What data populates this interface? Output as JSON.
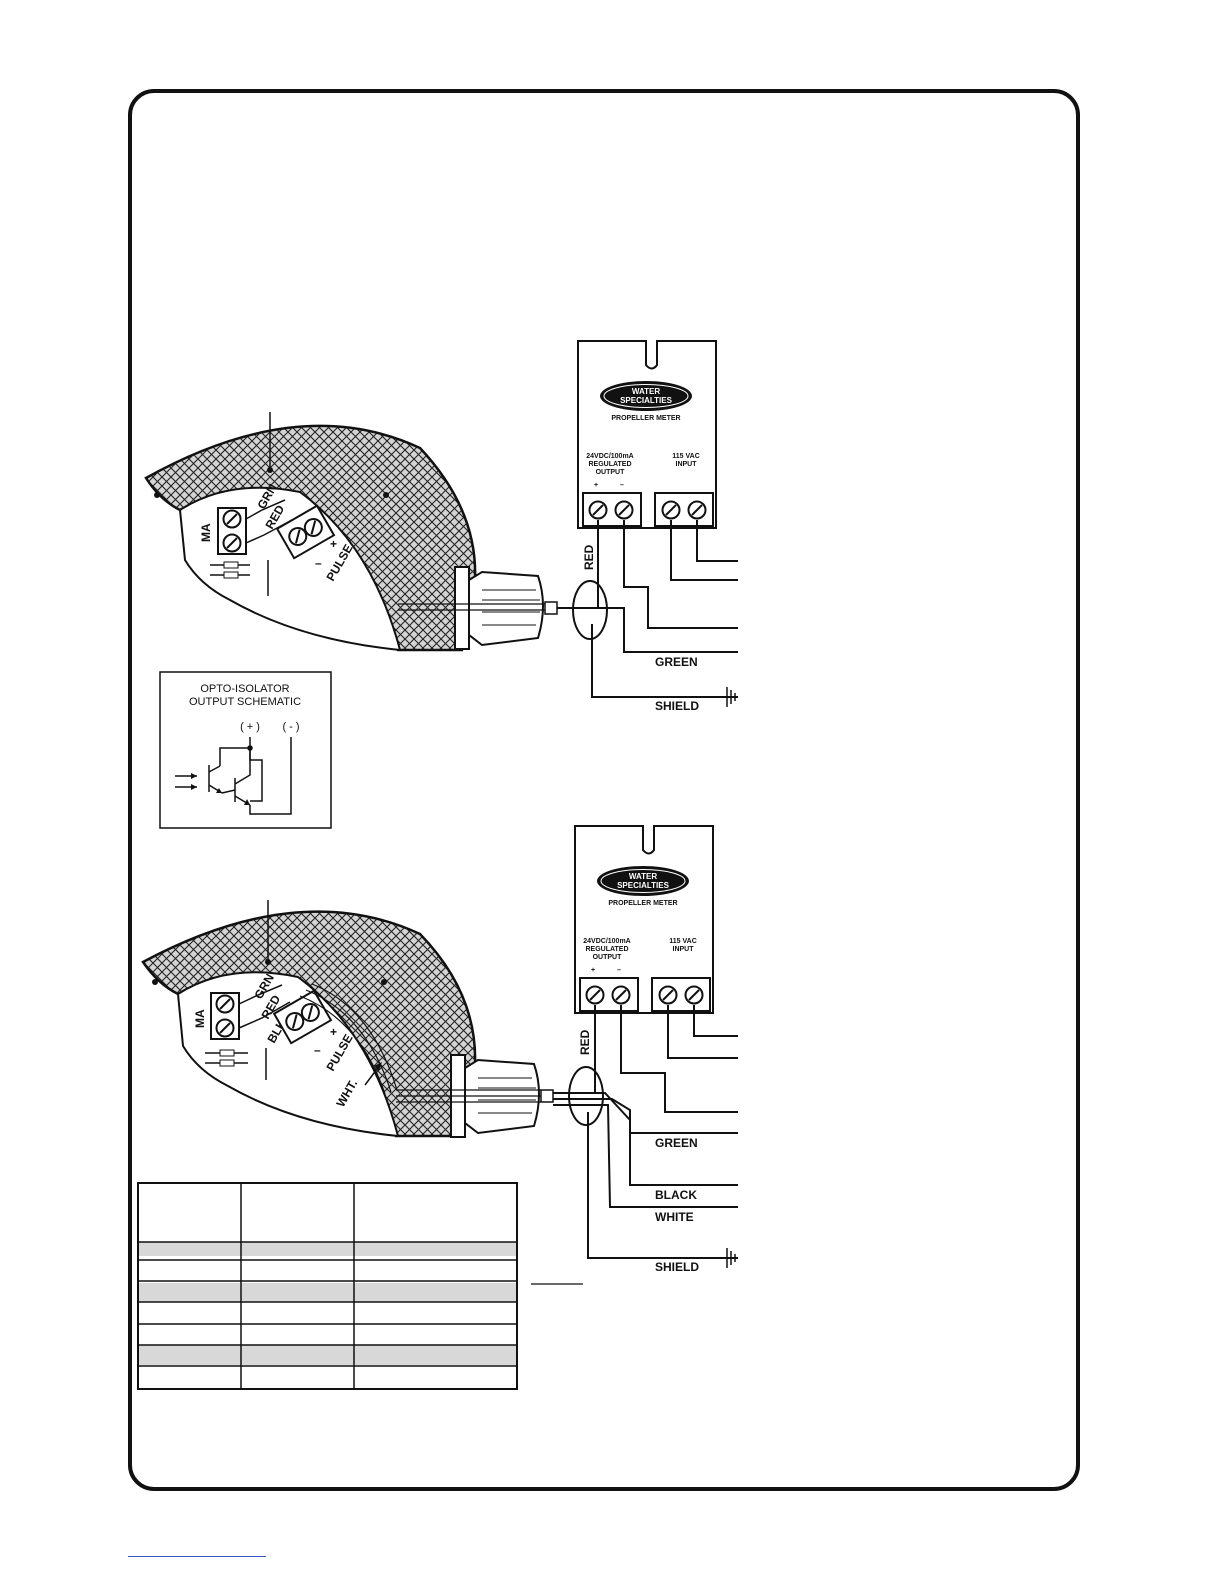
{
  "upper_diagram": {
    "terminal_ma": "MA",
    "wire_grn": "GRN",
    "wire_red": "RED",
    "pulse_label": "PULSE",
    "pulse_minus": "–",
    "pulse_plus": "+",
    "cable_red": "RED",
    "wire_green": "GREEN",
    "wire_shield": "SHIELD",
    "power_supply": {
      "brand_line1": "WATER",
      "brand_line2": "SPECIALTIES",
      "brand_tag": "PROPELLER METER",
      "dc_line1": "24VDC/100mA",
      "dc_line2": "REGULATED",
      "dc_line3": "OUTPUT",
      "dc_plus": "+",
      "dc_minus": "–",
      "ac_line1": "115 VAC",
      "ac_line2": "INPUT"
    }
  },
  "schematic": {
    "title_line1": "OPTO-ISOLATOR",
    "title_line2": "OUTPUT SCHEMATIC",
    "plus_label": "( + )",
    "minus_label": "( - )"
  },
  "lower_diagram": {
    "terminal_ma": "MA",
    "wire_grn": "GRN",
    "wire_red": "RED",
    "wire_blk": "BLK",
    "pulse_label": "PULSE",
    "pulse_minus": "–",
    "pulse_plus": "+",
    "wire_wht": "WHT.",
    "cable_red": "RED",
    "wire_green": "GREEN",
    "wire_black": "BLACK",
    "wire_white": "WHITE",
    "wire_shield": "SHIELD",
    "power_supply": {
      "brand_line1": "WATER",
      "brand_line2": "SPECIALTIES",
      "brand_tag": "PROPELLER METER",
      "dc_line1": "24VDC/100mA",
      "dc_line2": "REGULATED",
      "dc_line3": "OUTPUT",
      "dc_plus": "+",
      "dc_minus": "–",
      "ac_line1": "115 VAC",
      "ac_line2": "INPUT"
    }
  }
}
